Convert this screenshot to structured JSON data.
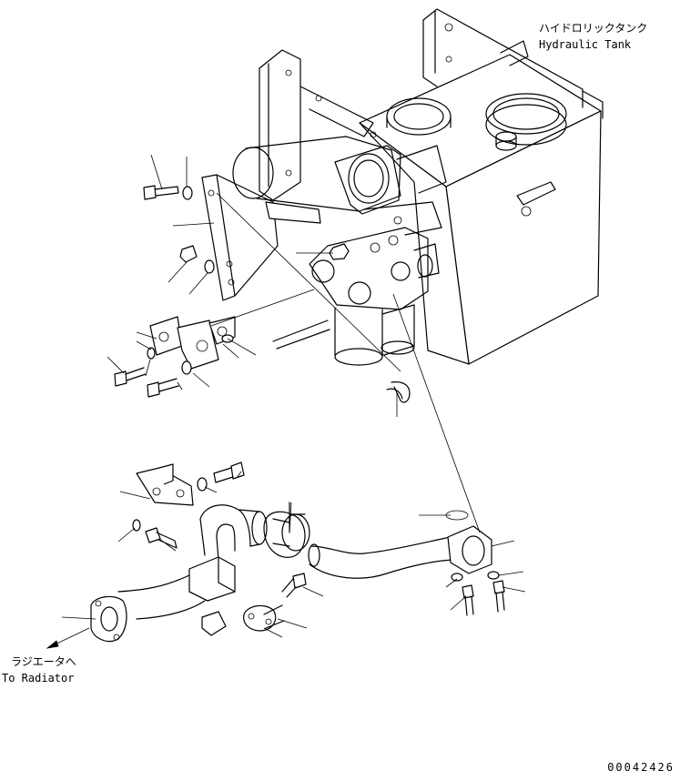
{
  "labels": {
    "tank_jp": "ハイドロリックタンク",
    "tank_en": "Hydraulic Tank",
    "radiator_jp": "ラジエータへ",
    "radiator_en": "To Radiator",
    "drawing_number": "00042426"
  },
  "icons": {
    "arrow": "arrow-icon"
  }
}
